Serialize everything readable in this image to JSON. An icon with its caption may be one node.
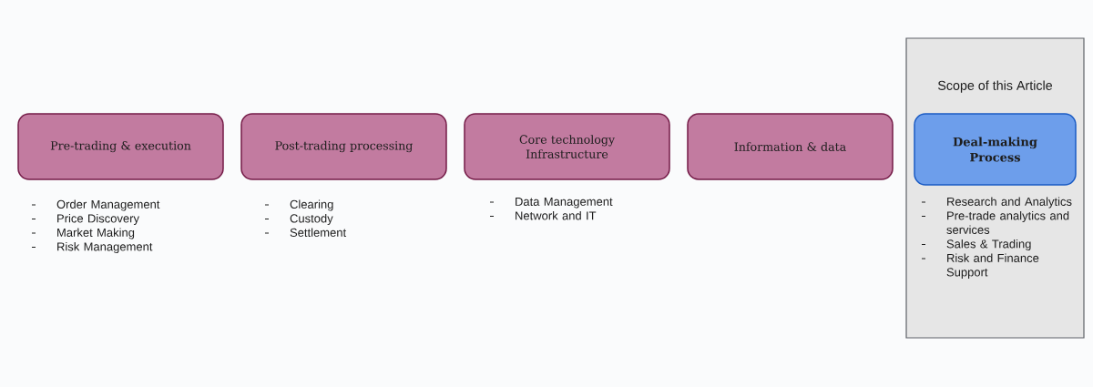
{
  "diagram": {
    "nodes": [
      {
        "text": [
          "Pre-trading & execution"
        ],
        "beside": [
          "Order Management",
          "Price Discovery",
          "Market Making",
          "Risk Management"
        ]
      },
      {
        "text": [
          "Post-trading processing"
        ],
        "beside": [
          "Clearing",
          "Custody",
          "Settlement"
        ]
      },
      {
        "text": [
          "Core technology Infrastructure"
        ],
        "beside": [
          "Data Management",
          "Network and IT"
        ]
      },
      {
        "text": [
          "Information & data"
        ]
      },
      {
        "text": [
          "Scope of this Article"
        ]
      },
      {
        "text": [
          "Deal-making Process"
        ],
        "in": 4,
        "beside": [
          "Research and Analytics",
          "Pre-trade analytics and services",
          "Sales & Trading",
          "Risk and Finance Support"
        ]
      }
    ]
  }
}
